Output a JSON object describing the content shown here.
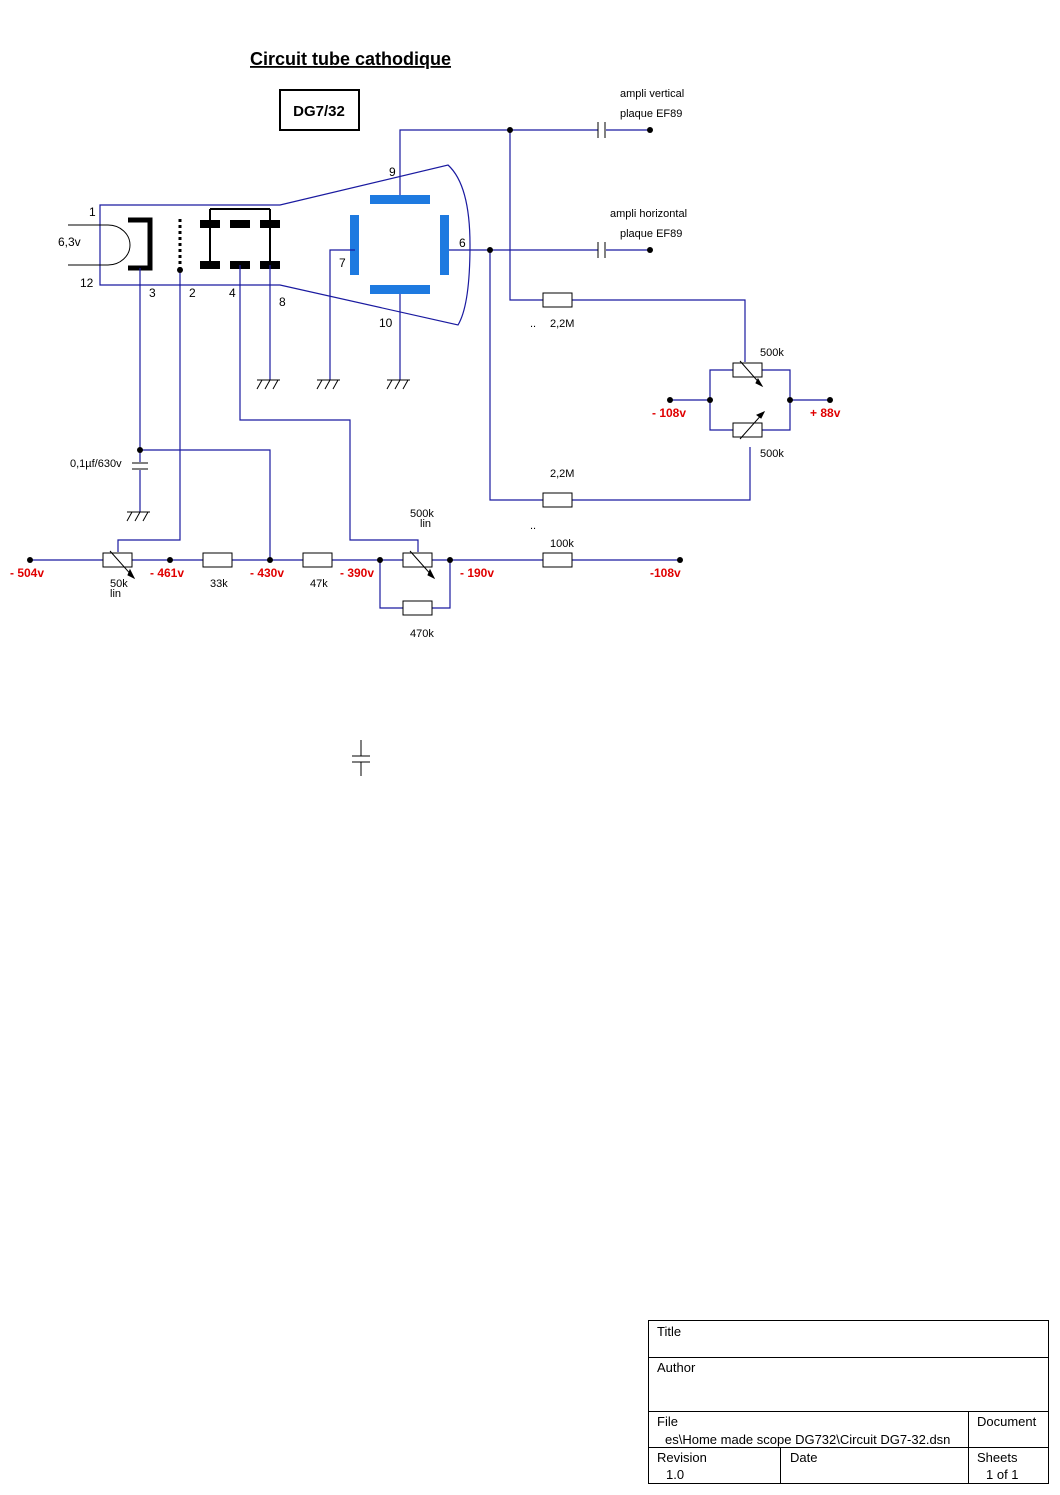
{
  "diagram": {
    "title": "Circuit tube cathodique",
    "tube_type": "DG7/32",
    "heater_voltage": "6,3v",
    "pins": {
      "p1": "1",
      "p12": "12",
      "p3": "3",
      "p2": "2",
      "p4": "4",
      "p8": "8",
      "p9": "9",
      "p6": "6",
      "p7": "7",
      "p10": "10"
    },
    "inputs": {
      "vertical_line1": "ampli vertical",
      "vertical_line2": "plaque EF89",
      "horizontal_line1": "ampli horizontal",
      "horizontal_line2": "plaque EF89"
    },
    "components": {
      "r_top": "2,2M",
      "r_bottom": "2,2M",
      "pot_top": "500k",
      "pot_bottom": "500k",
      "capacitor": "0,1µf/630v",
      "pot_50k": "50k",
      "pot_50k_taper": "lin",
      "r_33k": "33k",
      "r_47k": "47k",
      "pot_500k": "500k",
      "pot_500k_taper": "lin",
      "r_470k": "470k",
      "r_100k": "100k",
      "dots1": "..",
      "dots2": ".."
    },
    "voltages": {
      "v504": "- 504v",
      "v461": "- 461v",
      "v430": "- 430v",
      "v390": "- 390v",
      "v190": "- 190v",
      "v108_bus": "-108v",
      "v108_bridge": "- 108v",
      "v88": "+ 88v"
    }
  },
  "title_block": {
    "title_label": "Title",
    "author_label": "Author",
    "file_label": "File",
    "file_value": "es\\Home made scope DG732\\Circuit DG7-32.dsn",
    "document_label": "Document",
    "revision_label": "Revision",
    "revision_value": "1.0",
    "date_label": "Date",
    "sheets_label": "Sheets",
    "sheets_value": "1 of 1"
  },
  "colors": {
    "wire": "#1a1aa0",
    "plates": "#1e7ae0",
    "voltage_text": "#e00000"
  }
}
